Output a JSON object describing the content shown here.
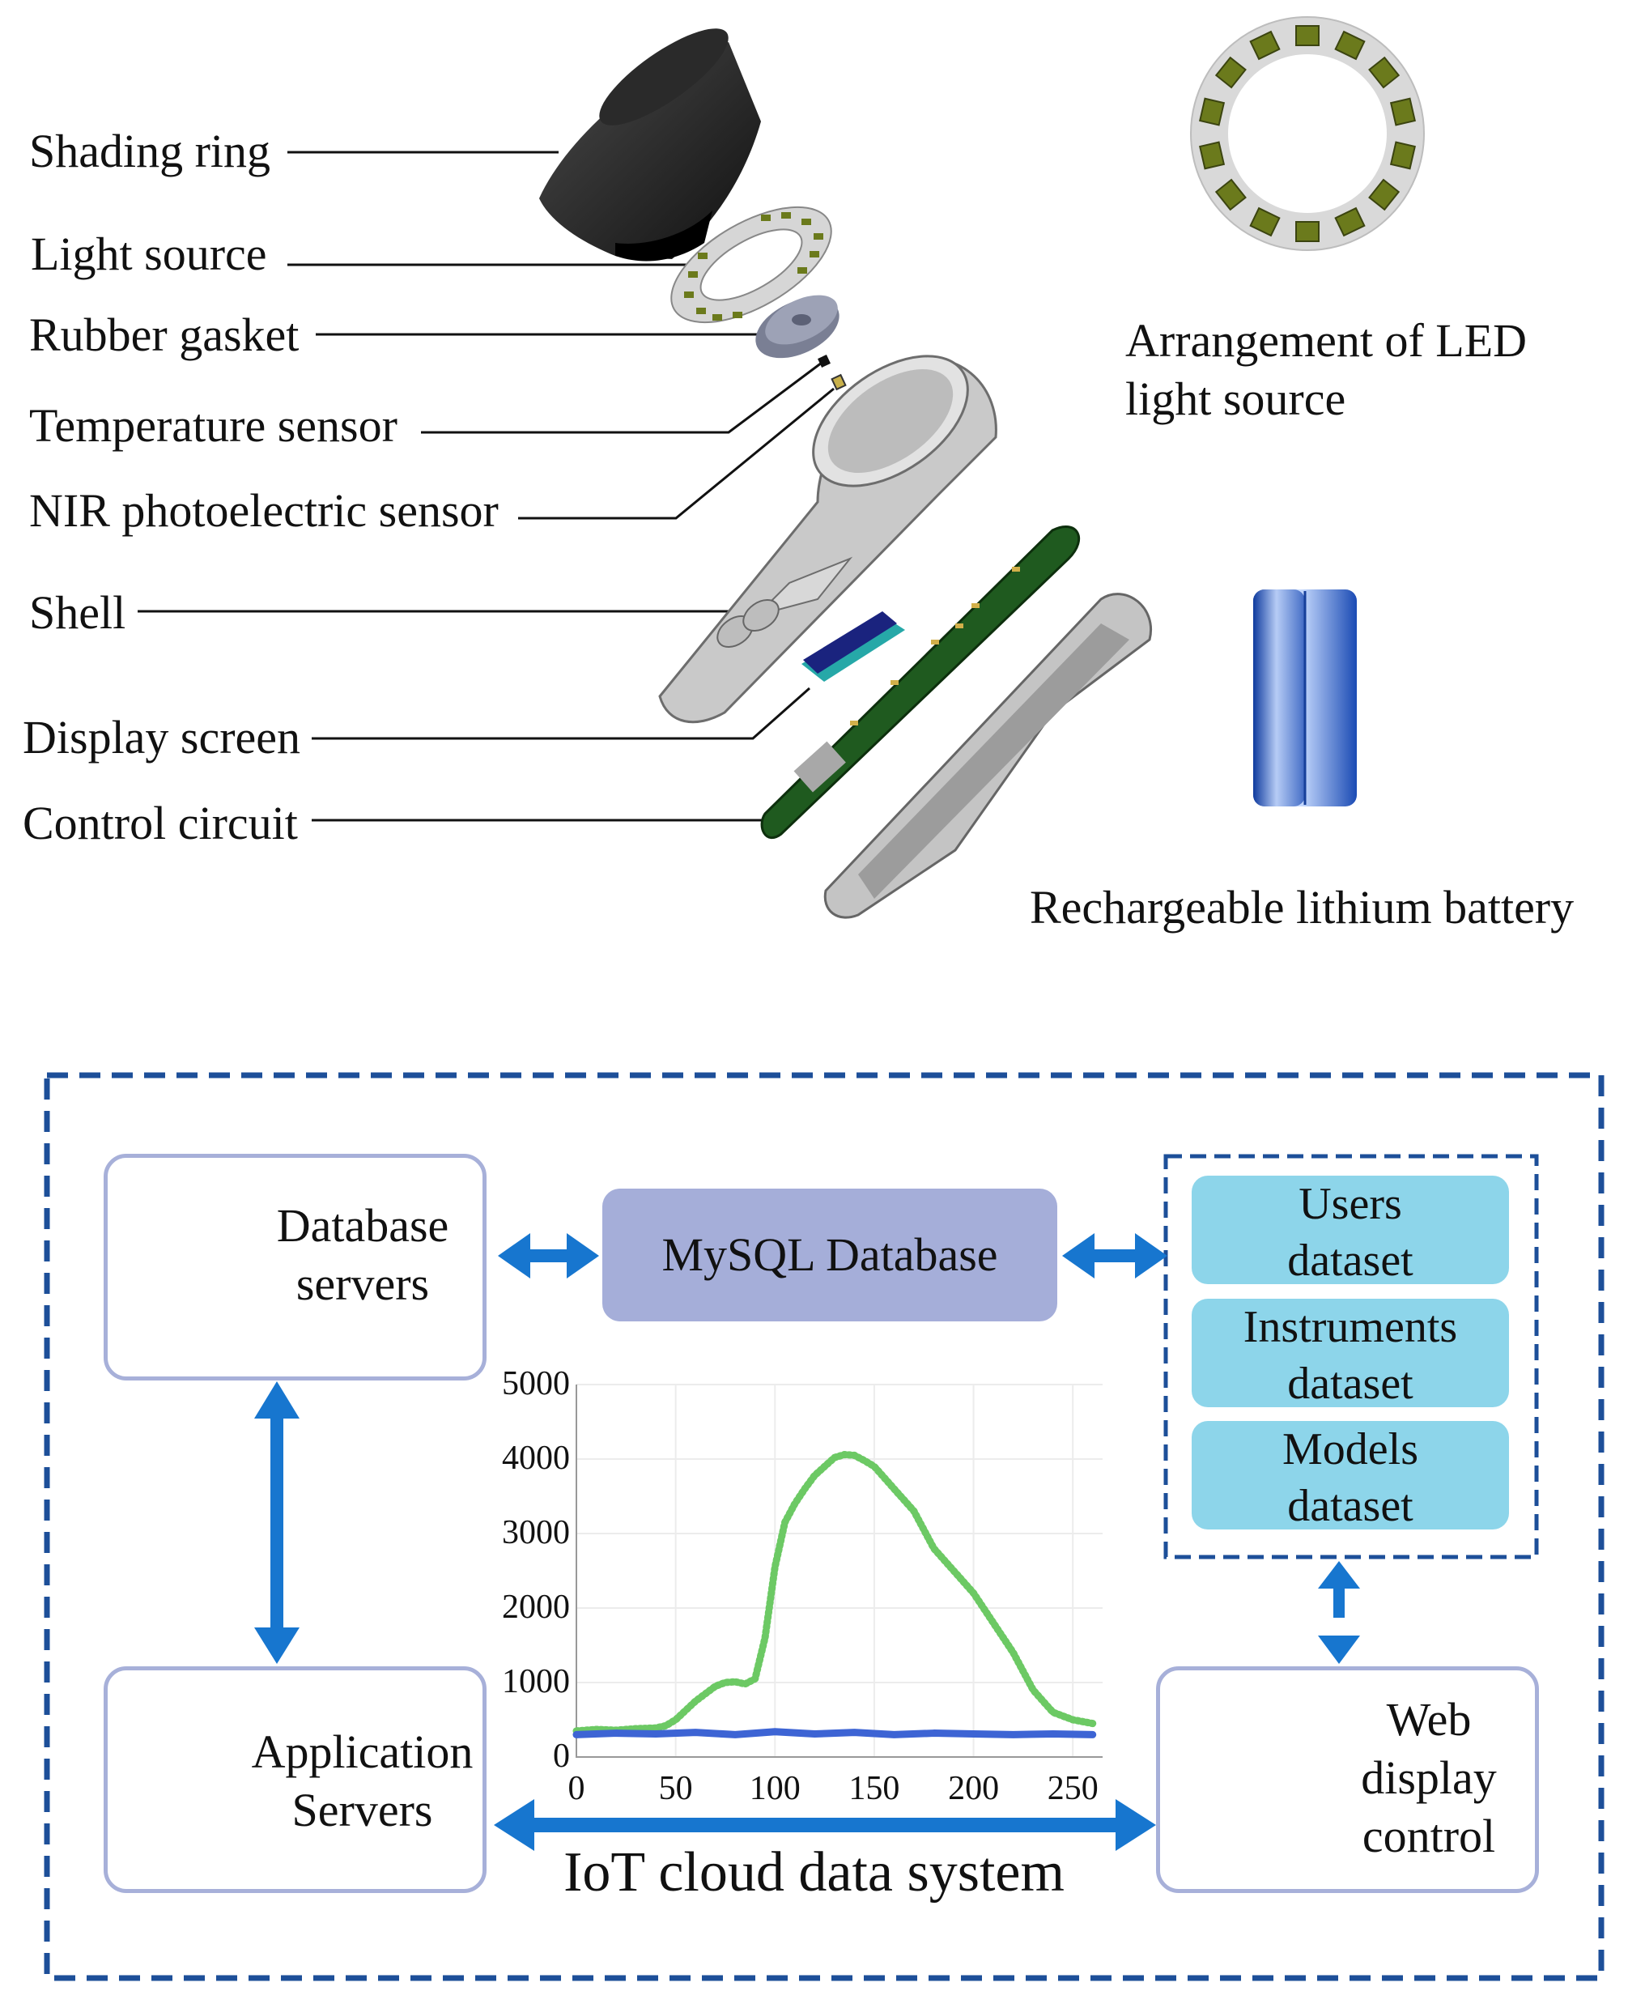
{
  "device": {
    "labels": {
      "shading_ring": "Shading ring",
      "light_source": "Light source",
      "rubber_gasket": "Rubber gasket",
      "temperature_sensor": "Temperature sensor",
      "nir_sensor": "NIR photoelectric sensor",
      "shell": "Shell",
      "display_screen": "Display screen",
      "control_circuit": "Control circuit"
    },
    "led_caption_line1": "Arrangement of LED",
    "led_caption_line2": "light source",
    "battery_caption": "Rechargeable lithium battery",
    "colors": {
      "led_chip": "#6b7a1c",
      "ring": "#d8d8d8",
      "shell": "#c9c9c9",
      "pcb": "#1f5a1f",
      "battery": "#2f62c6",
      "screen": "#1a237e"
    }
  },
  "system": {
    "title": "IoT cloud data system",
    "database_servers": {
      "line1": "Database",
      "line2": "servers"
    },
    "mysql": "MySQL Database",
    "datasets": [
      {
        "line1": "Users",
        "line2": "dataset"
      },
      {
        "line1": "Instruments",
        "line2": "dataset"
      },
      {
        "line1": "Models",
        "line2": "dataset"
      }
    ],
    "application_servers": {
      "line1": "Application",
      "line2": "Servers"
    },
    "web_display": {
      "line1": "Web",
      "line2": "display",
      "line3": "control"
    },
    "colors": {
      "arrow": "#1776cf",
      "frame": "#1d4f99",
      "box_border": "#a7b0d9",
      "mysql_fill": "#a5aed9",
      "dataset_fill": "#8dd5ea"
    }
  },
  "chart_data": {
    "type": "line",
    "xlim": [
      0,
      265
    ],
    "ylim": [
      0,
      5000
    ],
    "x_ticks": [
      "0",
      "50",
      "100",
      "150",
      "200",
      "250"
    ],
    "y_ticks": [
      "0",
      "1000",
      "2000",
      "3000",
      "4000",
      "5000"
    ],
    "grid": true,
    "series": [
      {
        "color": "#6cc964",
        "x": [
          0,
          10,
          20,
          30,
          40,
          45,
          50,
          60,
          70,
          75,
          80,
          85,
          90,
          95,
          100,
          105,
          110,
          115,
          120,
          125,
          130,
          135,
          140,
          145,
          150,
          155,
          160,
          170,
          180,
          190,
          200,
          210,
          220,
          230,
          240,
          250,
          260
        ],
        "y": [
          350,
          370,
          360,
          380,
          390,
          420,
          500,
          750,
          950,
          1000,
          1010,
          980,
          1050,
          1600,
          2550,
          3150,
          3400,
          3600,
          3780,
          3900,
          4020,
          4060,
          4050,
          3980,
          3900,
          3750,
          3600,
          3300,
          2800,
          2500,
          2200,
          1800,
          1400,
          900,
          600,
          500,
          450
        ]
      },
      {
        "color": "#3d64d4",
        "x": [
          0,
          20,
          40,
          60,
          80,
          100,
          120,
          140,
          160,
          180,
          200,
          220,
          240,
          260
        ],
        "y": [
          300,
          320,
          310,
          330,
          300,
          340,
          310,
          330,
          300,
          320,
          310,
          300,
          310,
          300
        ]
      }
    ]
  }
}
